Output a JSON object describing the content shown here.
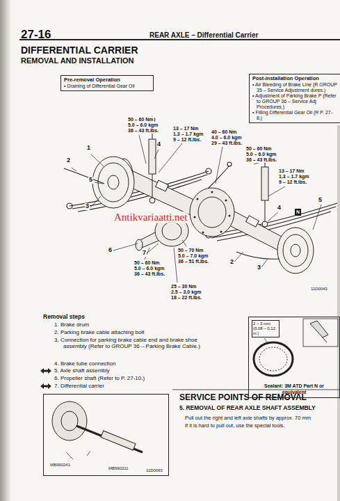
{
  "diagram": {
    "title": "DIFFERENTIAL CARRIER",
    "nodes": [
      {
        "text": [
          "Pre-removal Operation",
          "• Draining of Differential Gear Oil"
        ]
      },
      {
        "text": [
          "Post-installation Operation",
          "• Air Bleeding of Brake Line (R GROUP 35 – Service Adjustment dures.)",
          "• Adjustment of Parking Brake P (Refer to GROUP 36 – Service Adj Procedures.)",
          "• Filling Differential Gear Oil (R P. 27-8.)"
        ]
      },
      {
        "text": [
          "Sealant: 3M ATD Part N or equivalent"
        ]
      },
      {
        "text": [
          "MB990241",
          "MB990211",
          "11D0063"
        ]
      }
    ],
    "labels": [
      "27-16",
      "REAR AXLE – Differential Carrier",
      "REMOVAL AND INSTALLATION",
      "50 – 60 Nm",
      "5.0 – 6.0 kgm",
      "36 – 43 ft.lbs.",
      "13 – 17 Nm",
      "1.3 – 1.7 kgm",
      "9 – 12 ft.lbs.",
      "40 – 60 Nm",
      "4.0 – 6.0 kgm",
      "29 – 43 ft.lbs.",
      "50 – 60 Nm",
      "5.0 – 6.0 kgm",
      "36 – 43 ft.lbs.",
      "13 – 17 Nm",
      "1.3 – 1.7 kgm",
      "9 – 12 ft.lbs.",
      "50 – 70 Nm",
      "5.0 – 7.0 kgm",
      "36 – 51 ft.lbs.",
      "50 – 60 Nm",
      "5.0 – 6.0 kgm",
      "36 – 43 ft.lbs.",
      "25 – 30 Nm",
      "2.5 – 3.0 kgm",
      "18 – 22 ft.lbs.",
      "1",
      "2",
      "5",
      "3",
      "4",
      "6",
      "7",
      "2",
      "3",
      "4",
      "5",
      "N",
      "11D0043",
      "Antikvariaatti.net",
      "Removal steps",
      "1. Brake drum",
      "2. Parking brake cable attaching bolt",
      "3. Connection for parking brake cable end and brake shoe assembly (Refer to GROUP 36 – Parking Brake Cable.)",
      "4. Brake tube connection",
      "5. Axle shaft assembly",
      "6. Propeller shaft (Refer to P. 27-10.)",
      "7. Differential carrier",
      "2 – 3 mm (0.08 – 0.12 in.)",
      "SERVICE POINTS OF REMOVAL",
      "5. REMOVAL OF REAR AXLE SHAFT ASSEMBLY",
      "Pull out the right and left axle shafts by approx. 70 mm",
      "If it is hard to pull out, use the special tools."
    ]
  }
}
